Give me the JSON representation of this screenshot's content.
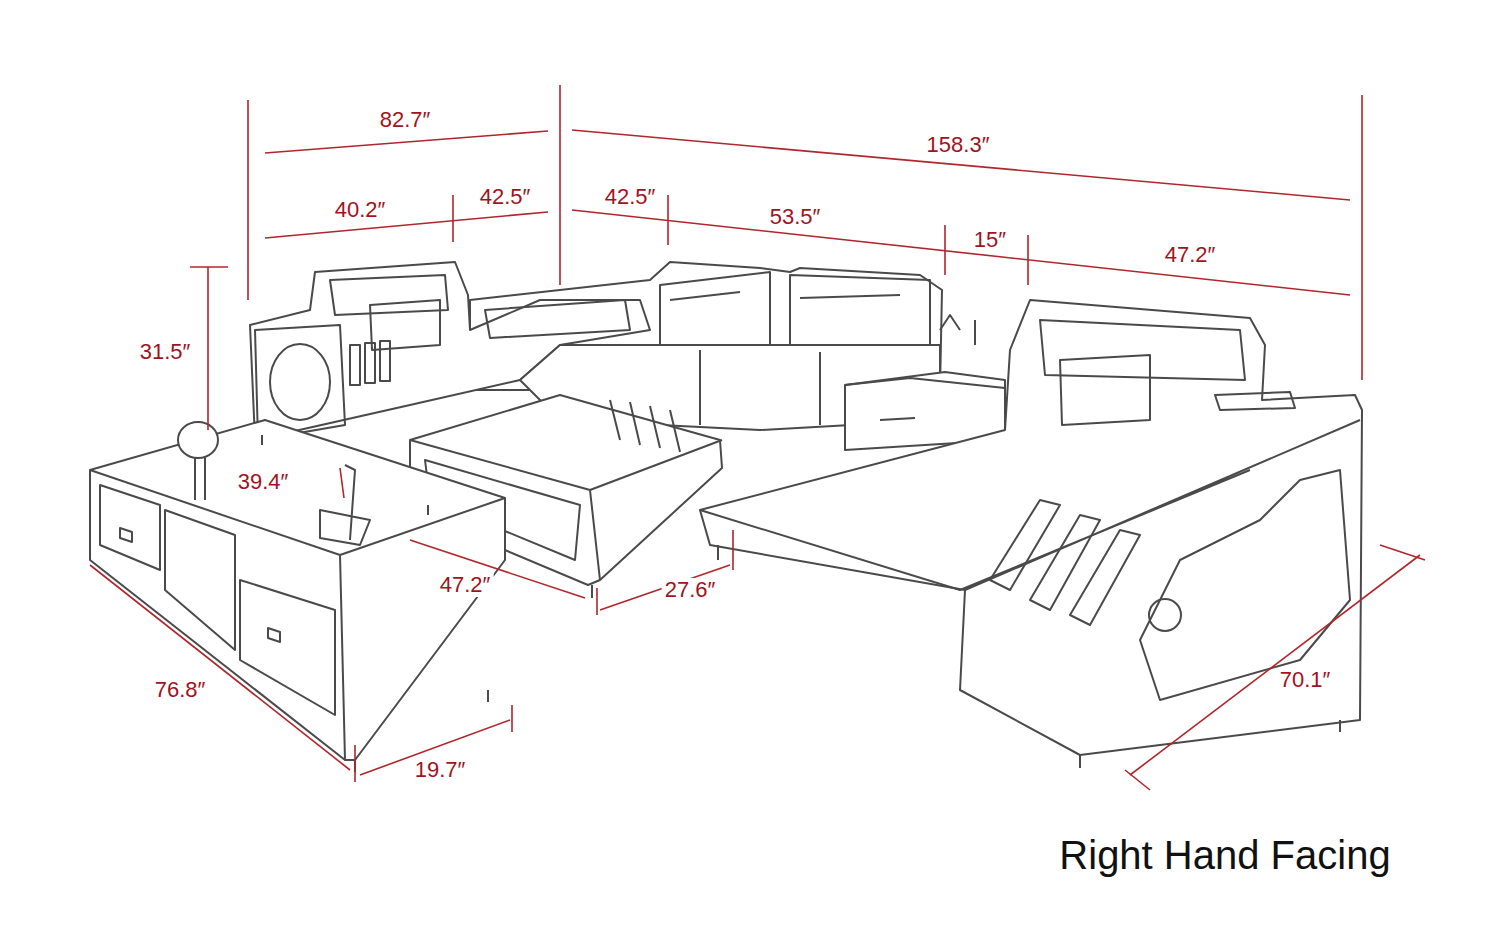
{
  "diagram": {
    "caption": "Right Hand Facing",
    "labels": [
      "82.7″",
      "158.3″",
      "40.2″",
      "42.5″",
      "42.5″",
      "53.5″",
      "15″",
      "47.2″",
      "31.5″",
      "39.4″",
      "47.2″",
      "27.6″",
      "76.8″",
      "19.7″",
      "70.1″"
    ]
  }
}
